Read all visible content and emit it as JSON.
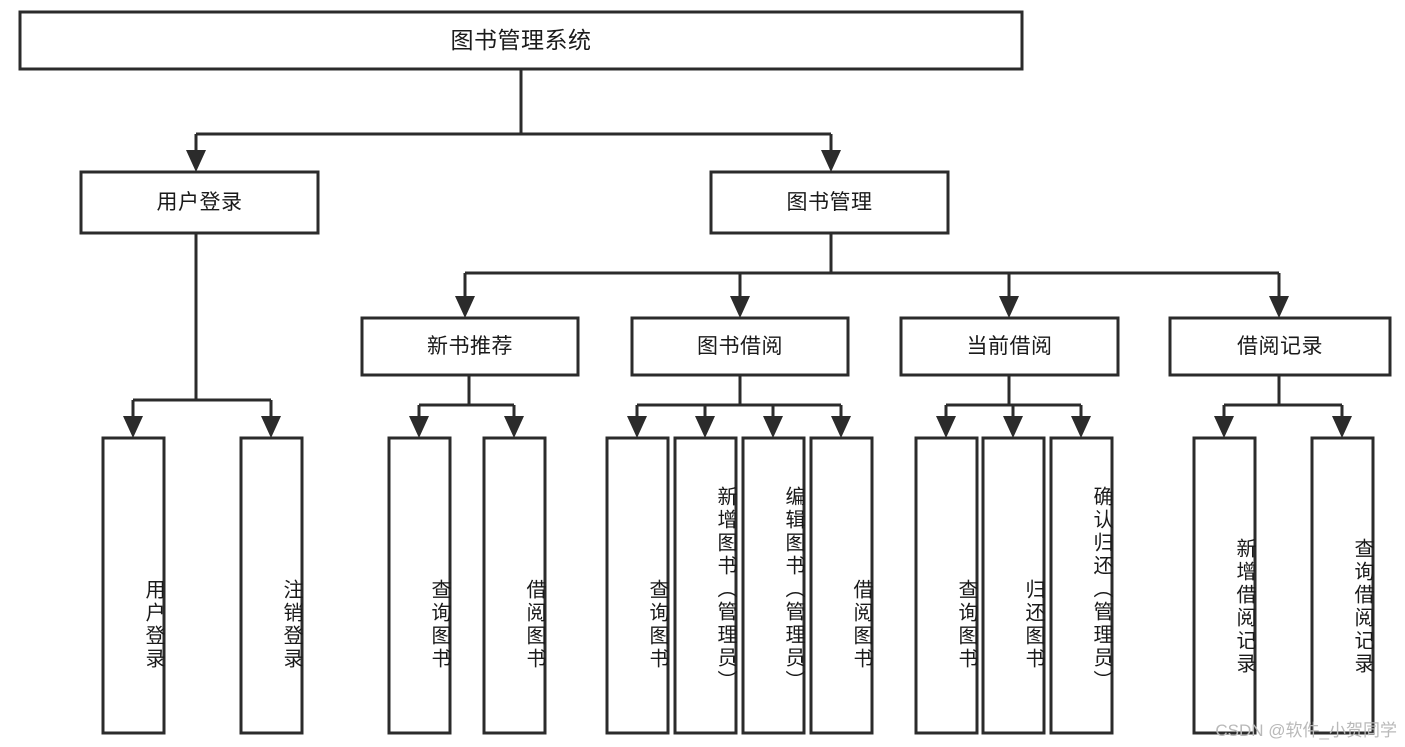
{
  "diagram": {
    "type": "tree-hierarchy",
    "title": "图书管理系统",
    "root": {
      "id": "root",
      "label": "图书管理系统",
      "orientation": "horizontal"
    },
    "level2": [
      {
        "id": "user-login",
        "label": "用户登录",
        "orientation": "horizontal"
      },
      {
        "id": "book-manage",
        "label": "图书管理",
        "orientation": "horizontal"
      }
    ],
    "level3": [
      {
        "id": "new-book-recommend",
        "label": "新书推荐",
        "orientation": "horizontal",
        "parent": "book-manage"
      },
      {
        "id": "book-borrow",
        "label": "图书借阅",
        "orientation": "horizontal",
        "parent": "book-manage"
      },
      {
        "id": "current-borrow",
        "label": "当前借阅",
        "orientation": "horizontal",
        "parent": "book-manage"
      },
      {
        "id": "borrow-record",
        "label": "借阅记录",
        "orientation": "horizontal",
        "parent": "book-manage"
      }
    ],
    "leaves": [
      {
        "id": "leaf-user-login",
        "label": "用户登录",
        "parent": "user-login"
      },
      {
        "id": "leaf-logout-login",
        "label": "注销登录",
        "parent": "user-login"
      },
      {
        "id": "leaf-query-book-1",
        "label": "查询图书",
        "parent": "new-book-recommend"
      },
      {
        "id": "leaf-borrow-book-1",
        "label": "借阅图书",
        "parent": "new-book-recommend"
      },
      {
        "id": "leaf-query-book-2",
        "label": "查询图书",
        "parent": "book-borrow"
      },
      {
        "id": "leaf-add-book",
        "label": "新增图书（管理员）",
        "parent": "book-borrow"
      },
      {
        "id": "leaf-edit-book",
        "label": "编辑图书（管理员）",
        "parent": "book-borrow"
      },
      {
        "id": "leaf-borrow-book-2",
        "label": "借阅图书",
        "parent": "book-borrow"
      },
      {
        "id": "leaf-query-book-3",
        "label": "查询图书",
        "parent": "current-borrow"
      },
      {
        "id": "leaf-return-book",
        "label": "归还图书",
        "parent": "current-borrow"
      },
      {
        "id": "leaf-confirm-return",
        "label": "确认归还（管理员）",
        "parent": "current-borrow"
      },
      {
        "id": "leaf-add-record",
        "label": "新增借阅记录",
        "parent": "borrow-record"
      },
      {
        "id": "leaf-query-record",
        "label": "查询借阅记录",
        "parent": "borrow-record"
      }
    ],
    "watermark": "CSDN @软件_小贺同学",
    "colors": {
      "stroke": "#2b2b2b",
      "fill": "#ffffff",
      "text": "#1a1a1a",
      "watermark": "#b9b9b9",
      "background": "#ffffff"
    }
  }
}
